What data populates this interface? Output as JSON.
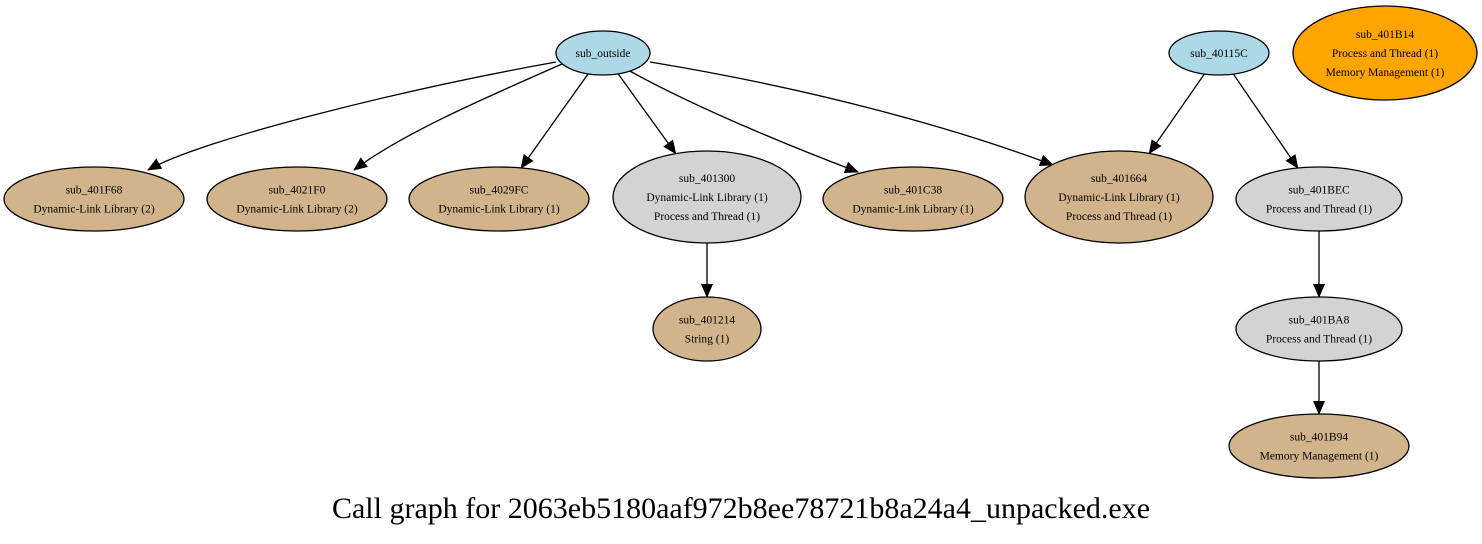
{
  "title": "Call graph for 2063eb5180aaf972b8ee78721b8a24a4_unpacked.exe",
  "colors": {
    "root": "#add8e6",
    "leaf": "#d2b48c",
    "intermediate": "#d3d3d3",
    "isolated": "#ffa500",
    "stroke": "#000000"
  },
  "nodes": [
    {
      "id": "sub_outside",
      "kind": "root",
      "lines": [
        "sub_outside"
      ]
    },
    {
      "id": "sub_40115C",
      "kind": "root",
      "lines": [
        "sub_40115C"
      ]
    },
    {
      "id": "sub_401B14",
      "kind": "isolated",
      "lines": [
        "sub_401B14",
        "Process and Thread (1)",
        "Memory Management (1)"
      ]
    },
    {
      "id": "sub_401F68",
      "kind": "leaf",
      "lines": [
        "sub_401F68",
        "Dynamic-Link Library (2)"
      ]
    },
    {
      "id": "sub_4021F0",
      "kind": "leaf",
      "lines": [
        "sub_4021F0",
        "Dynamic-Link Library (2)"
      ]
    },
    {
      "id": "sub_4029FC",
      "kind": "leaf",
      "lines": [
        "sub_4029FC",
        "Dynamic-Link Library (1)"
      ]
    },
    {
      "id": "sub_401300",
      "kind": "intermediate",
      "lines": [
        "sub_401300",
        "Dynamic-Link Library (1)",
        "Process and Thread (1)"
      ]
    },
    {
      "id": "sub_401C38",
      "kind": "leaf",
      "lines": [
        "sub_401C38",
        "Dynamic-Link Library (1)"
      ]
    },
    {
      "id": "sub_401664",
      "kind": "leaf",
      "lines": [
        "sub_401664",
        "Dynamic-Link Library (1)",
        "Process and Thread (1)"
      ]
    },
    {
      "id": "sub_401BEC",
      "kind": "intermediate",
      "lines": [
        "sub_401BEC",
        "Process and Thread (1)"
      ]
    },
    {
      "id": "sub_401214",
      "kind": "leaf",
      "lines": [
        "sub_401214",
        "String (1)"
      ]
    },
    {
      "id": "sub_401BA8",
      "kind": "intermediate",
      "lines": [
        "sub_401BA8",
        "Process and Thread (1)"
      ]
    },
    {
      "id": "sub_401B94",
      "kind": "leaf",
      "lines": [
        "sub_401B94",
        "Memory Management (1)"
      ]
    }
  ],
  "edges": [
    {
      "from": "sub_outside",
      "to": "sub_401F68"
    },
    {
      "from": "sub_outside",
      "to": "sub_4021F0"
    },
    {
      "from": "sub_outside",
      "to": "sub_4029FC"
    },
    {
      "from": "sub_outside",
      "to": "sub_401300"
    },
    {
      "from": "sub_outside",
      "to": "sub_401C38"
    },
    {
      "from": "sub_outside",
      "to": "sub_401664"
    },
    {
      "from": "sub_40115C",
      "to": "sub_401664"
    },
    {
      "from": "sub_40115C",
      "to": "sub_401BEC"
    },
    {
      "from": "sub_401300",
      "to": "sub_401214"
    },
    {
      "from": "sub_401BEC",
      "to": "sub_401BA8"
    },
    {
      "from": "sub_401BA8",
      "to": "sub_401B94"
    }
  ]
}
